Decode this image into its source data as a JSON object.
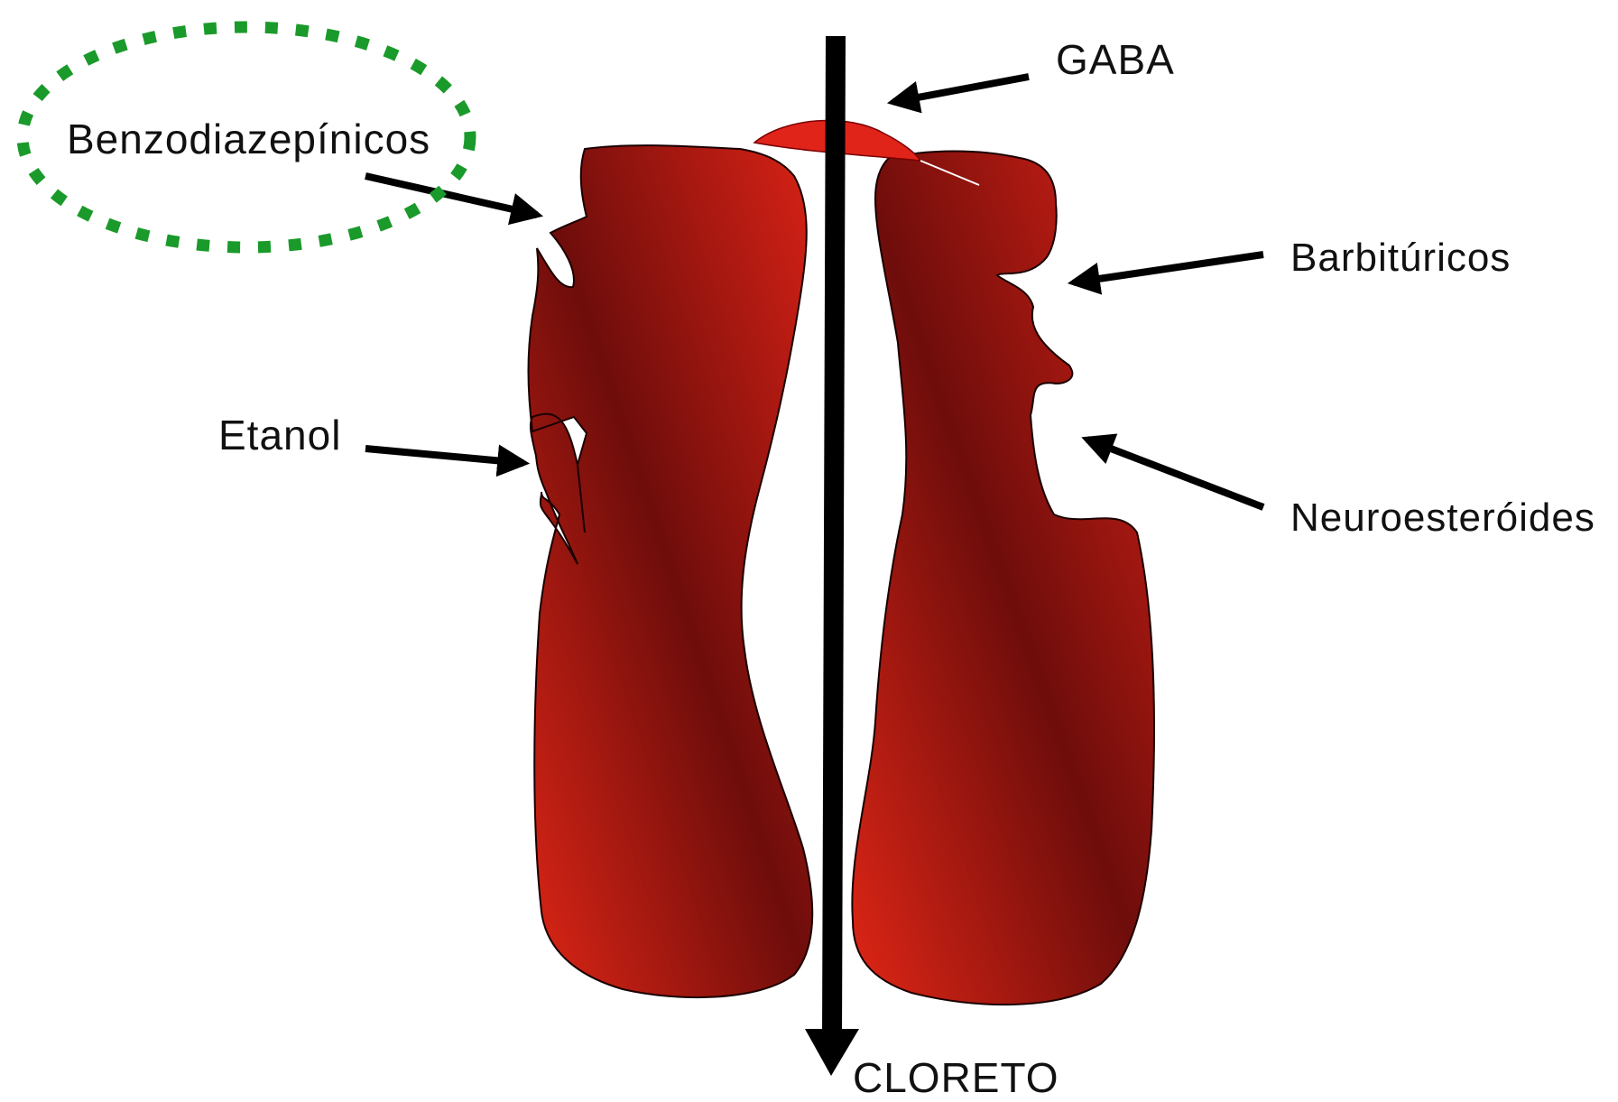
{
  "labels": {
    "benzodiazepinicos": "Benzodiazepínicos",
    "gaba": "GABA",
    "barbituricos": "Barbitúricos",
    "etanol": "Etanol",
    "neuroesteroides": "Neuroesteróides",
    "cloreto": "CLORETO"
  },
  "colors": {
    "subunit_light": "#dc2417",
    "subunit_dark": "#6e0d0b",
    "gaba_cap": "#e0241a",
    "highlight": "#1a9a2a",
    "arrow": "#000000"
  }
}
